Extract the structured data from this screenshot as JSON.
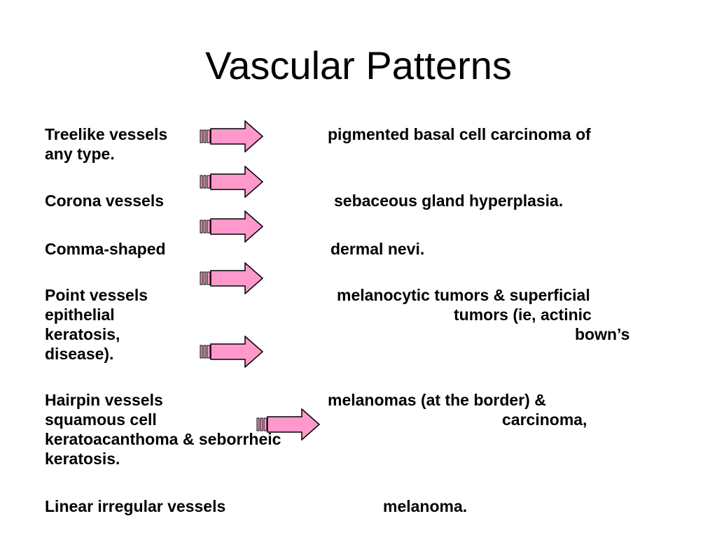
{
  "slide": {
    "title": "Vascular Patterns",
    "items": [
      {
        "lines": [
          "Treelike vessels",
          "pigmented basal cell carcinoma of",
          "any type."
        ]
      },
      {
        "lines": [
          "Corona vessels",
          "sebaceous gland hyperplasia."
        ]
      },
      {
        "lines": [
          "Comma-shaped",
          "dermal nevi."
        ]
      },
      {
        "lines": [
          "Point vessels",
          "melanocytic tumors & superficial",
          "epithelial",
          "tumors (ie, actinic",
          "keratosis,",
          "bown’s",
          "disease)."
        ]
      },
      {
        "lines": [
          "Hairpin vessels",
          "melanomas (at the border) &",
          "squamous cell",
          "carcinoma,",
          "keratoacanthoma & seborrheic",
          "keratosis."
        ]
      },
      {
        "lines": [
          "Linear irregular vessels",
          "melanoma."
        ]
      }
    ]
  },
  "colors": {
    "arrow_fill": "#ff99cc",
    "arrow_stroke": "#000000"
  }
}
